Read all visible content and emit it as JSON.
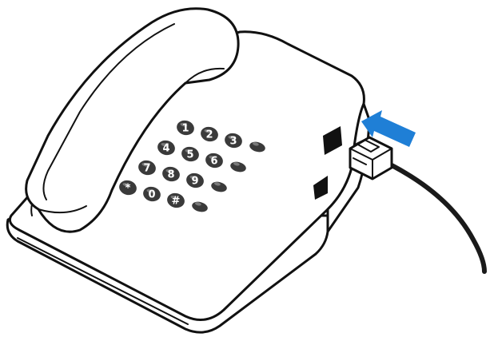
{
  "keypad": {
    "keys": [
      {
        "label": "1"
      },
      {
        "label": "2"
      },
      {
        "label": "3"
      },
      {
        "label": ""
      },
      {
        "label": "4"
      },
      {
        "label": "5"
      },
      {
        "label": "6"
      },
      {
        "label": ""
      },
      {
        "label": "7"
      },
      {
        "label": "8"
      },
      {
        "label": "9"
      },
      {
        "label": ""
      },
      {
        "label": "*"
      },
      {
        "label": "0"
      },
      {
        "label": "#"
      },
      {
        "label": ""
      }
    ]
  },
  "icons": {
    "arrow": "insert-arrow-icon",
    "plug": "rj11-plug-icon",
    "jack": "phone-line-jack-icon"
  },
  "colors": {
    "arrow": "#1f7fd6",
    "outline": "#111111",
    "key": "#3a3a3a",
    "background": "#ffffff"
  }
}
